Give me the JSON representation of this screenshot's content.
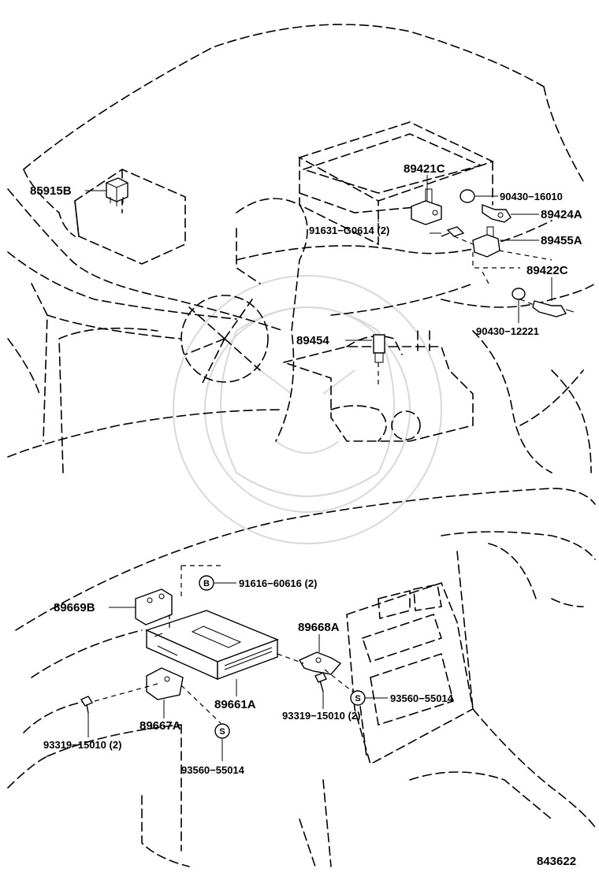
{
  "diagram_id": "843622",
  "callouts": {
    "p85915B": "85915B",
    "p89421C": "89421C",
    "p90430_16010": "90430−16010",
    "p89424A": "89424A",
    "p91631": "91631−G0614 (2)",
    "p89455A": "89455A",
    "p89422C": "89422C",
    "p90430_12221": "90430−12221",
    "p89454": "89454",
    "p91616": "91616−60616 (2)",
    "p89669B": "89669B",
    "p89668A": "89668A",
    "p89661A": "89661A",
    "p93319_right": "93319−15010 (2)",
    "p93560_right": "93560−55014",
    "p89667A": "89667A",
    "p93319_left": "93319−15010 (2)",
    "p93560_left": "93560−55014"
  },
  "symbols": {
    "bolt_mark": "B",
    "screw_mark_right": "S",
    "screw_mark_left": "S"
  }
}
